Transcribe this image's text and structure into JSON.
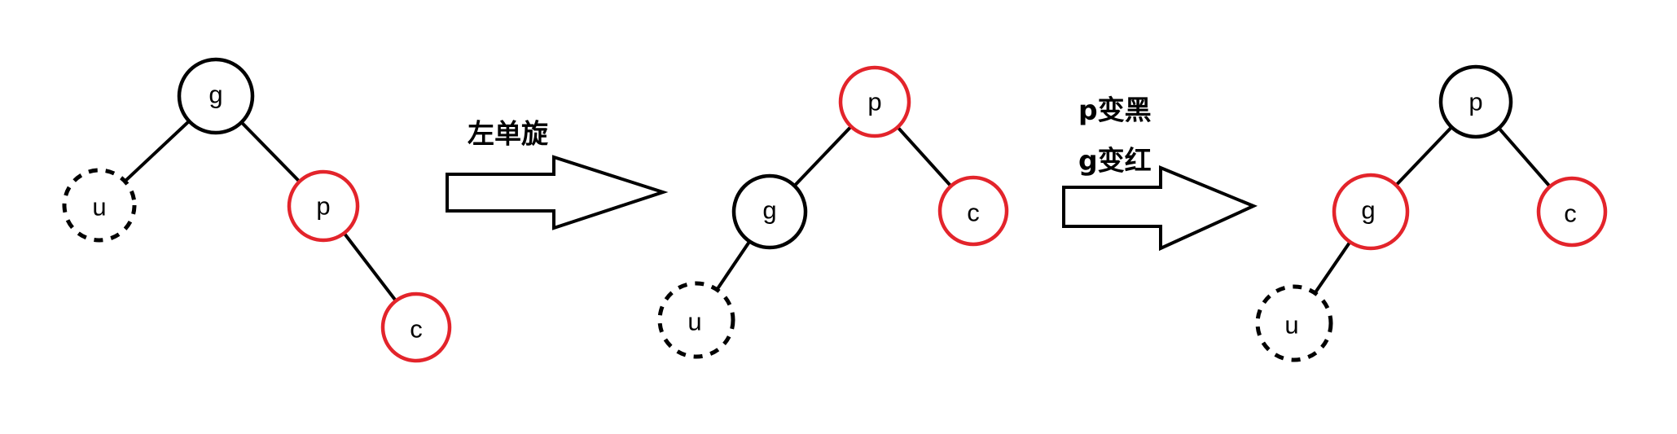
{
  "colors": {
    "red": "#e3242b",
    "black": "#000000"
  },
  "steps": [
    {
      "nodes": [
        {
          "label": "g",
          "color": "#000000",
          "dashed": false
        },
        {
          "label": "u",
          "color": "#000000",
          "dashed": true
        },
        {
          "label": "p",
          "color": "#e3242b",
          "dashed": false
        },
        {
          "label": "c",
          "color": "#e3242b",
          "dashed": false
        }
      ],
      "edges": [
        [
          0,
          1
        ],
        [
          0,
          2
        ],
        [
          2,
          3
        ]
      ]
    },
    {
      "nodes": [
        {
          "label": "p",
          "color": "#e3242b",
          "dashed": false
        },
        {
          "label": "g",
          "color": "#000000",
          "dashed": false
        },
        {
          "label": "c",
          "color": "#e3242b",
          "dashed": false
        },
        {
          "label": "u",
          "color": "#000000",
          "dashed": true
        }
      ],
      "edges": [
        [
          0,
          1
        ],
        [
          0,
          2
        ],
        [
          1,
          3
        ]
      ]
    },
    {
      "nodes": [
        {
          "label": "p",
          "color": "#000000",
          "dashed": false
        },
        {
          "label": "g",
          "color": "#e3242b",
          "dashed": false
        },
        {
          "label": "c",
          "color": "#e3242b",
          "dashed": false
        },
        {
          "label": "u",
          "color": "#000000",
          "dashed": true
        }
      ],
      "edges": [
        [
          0,
          1
        ],
        [
          0,
          2
        ],
        [
          1,
          3
        ]
      ]
    }
  ],
  "transitions": [
    {
      "labels": [
        "左单旋"
      ]
    },
    {
      "labels": [
        "p变黑",
        "g变红"
      ]
    }
  ]
}
